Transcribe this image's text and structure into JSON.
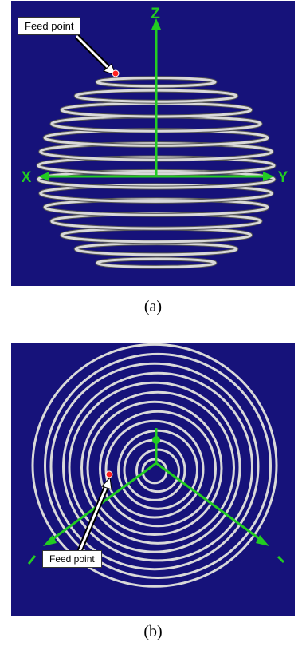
{
  "figure": {
    "panel_a": {
      "caption": "(a)",
      "callout": "Feed point",
      "axes": {
        "x": "X",
        "y": "Y",
        "z": "Z"
      }
    },
    "panel_b": {
      "caption": "(b)",
      "callout": "Feed point"
    },
    "colors": {
      "background": "#16127a",
      "wire": "#d9d9d9",
      "axis": "#22cc22",
      "feed_point": "#ff2020",
      "callout_bg": "#ffffff"
    }
  }
}
